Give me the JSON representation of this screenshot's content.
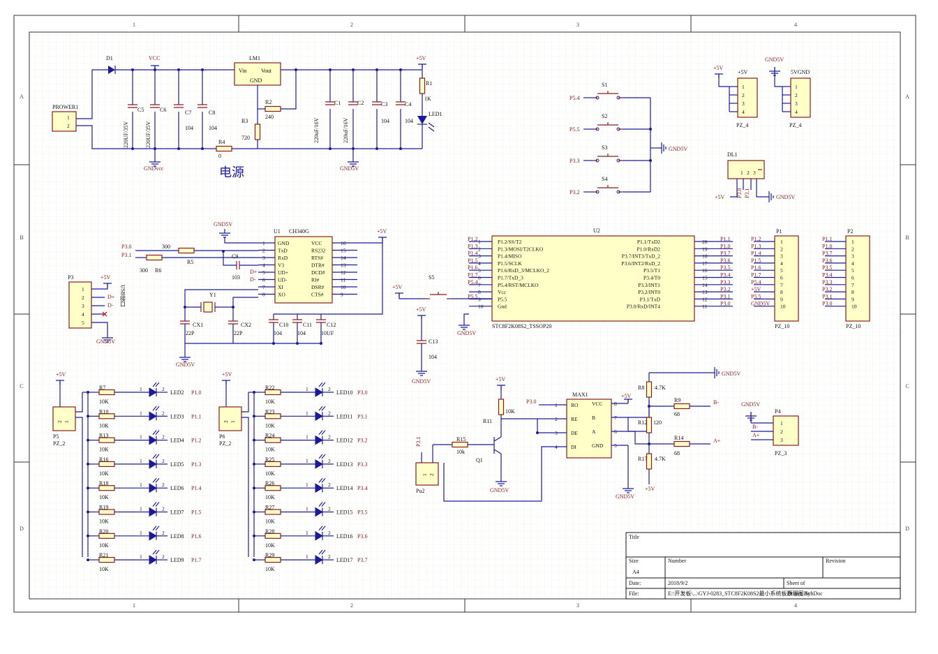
{
  "frame": {
    "zone_cols": [
      "1",
      "2",
      "3",
      "4"
    ],
    "zone_rows": [
      "A",
      "B",
      "C",
      "D"
    ]
  },
  "power": {
    "section_title": "电源",
    "connector": {
      "ref": "PROWER1",
      "pins": [
        "1",
        "2"
      ]
    },
    "D1": "D1",
    "VCC": "VCC",
    "LM1": "LM1",
    "vin": "Vin",
    "vout": "Vout",
    "gnd": "GND",
    "C5": "C5",
    "C5v": "220UF/35V",
    "C6": "C6",
    "C6v": "220UF/35V",
    "C7": "C7",
    "C7v": "104",
    "C8": "C8",
    "C8v": "104",
    "R2": "R2",
    "R2v": "240",
    "R3": "R3",
    "R3v": "720",
    "R4": "R4",
    "R4v": "0",
    "C1": "C1",
    "C1v": "220uF/16V",
    "C2": "C2",
    "C2v": "220uF/16V",
    "C3": "C3",
    "C3v": "104",
    "C4": "C4",
    "C4v": "104",
    "R1": "R1",
    "R1v": "1K",
    "LED1": "LED1",
    "p5v": "+5V",
    "gndvcc": "GNDvcc",
    "gnd5v": "GND5V"
  },
  "switches": {
    "items": [
      {
        "ref": "S1",
        "net": "P5.4"
      },
      {
        "ref": "S2",
        "net": "P5.5"
      },
      {
        "ref": "S3",
        "net": "P3.3"
      },
      {
        "ref": "S4",
        "net": "P3.2"
      }
    ],
    "gnd": "GND5V"
  },
  "pz4a": {
    "label": "+5V",
    "ref": "PZ_4",
    "pins": [
      "1",
      "2",
      "3",
      "4"
    ],
    "top": "+5V"
  },
  "pz4b": {
    "label": "5VGND",
    "ref": "PZ_4",
    "pins": [
      "1",
      "2",
      "3",
      "4"
    ],
    "top": "GND5V"
  },
  "dl1": {
    "ref": "DL1",
    "pins": [
      "1",
      "2",
      "3"
    ],
    "left": "+5V",
    "right": "GND5V",
    "nets": [
      "P3.0",
      "P3.1"
    ]
  },
  "ch340": {
    "ref": "U1",
    "part": "CH340G",
    "left": [
      {
        "n": "1",
        "name": "GND"
      },
      {
        "n": "2",
        "name": "TxD"
      },
      {
        "n": "3",
        "name": "RxD"
      },
      {
        "n": "4",
        "name": "V3"
      },
      {
        "n": "5",
        "name": "UD+"
      },
      {
        "n": "6",
        "name": "UD-"
      },
      {
        "n": "7",
        "name": "XI"
      },
      {
        "n": "8",
        "name": "XO"
      }
    ],
    "right": [
      {
        "n": "16",
        "name": "VCC"
      },
      {
        "n": "15",
        "name": "RS232"
      },
      {
        "n": "14",
        "name": "RTS#"
      },
      {
        "n": "13",
        "name": "DTR#"
      },
      {
        "n": "12",
        "name": "DCD#"
      },
      {
        "n": "11",
        "name": "RI#"
      },
      {
        "n": "10",
        "name": "DSR#"
      },
      {
        "n": "9",
        "name": "CTS#"
      }
    ],
    "gnd": "GND5V",
    "vcc": "+5V",
    "r300a": "300",
    "r5": "R5",
    "r300b": "300",
    "r6": "R6",
    "p30": "P3.0",
    "p31": "P3.1",
    "c9": "C9",
    "c9v": "103",
    "dp": "D+",
    "dm": "D-",
    "y1": "Y1",
    "cx1": "CX1",
    "cx2": "CX2",
    "cx1v": "22P",
    "cx2v": "22P",
    "c10": "C10",
    "c11": "C11",
    "c12": "C12",
    "c10v": "104",
    "c11v": "104",
    "c12v": "10UF",
    "gnd_bottom": "GND5V"
  },
  "p3": {
    "ref": "P3",
    "pins": [
      "1",
      "2",
      "3",
      "4",
      "5"
    ],
    "top": "+5V",
    "bottom": "GND5V",
    "d": [
      "D+",
      "D-"
    ],
    "vertical": "USB接口"
  },
  "mcu": {
    "ref": "U2",
    "part": "STC8F2K08S2_TSSOP20",
    "left": [
      {
        "n": "1",
        "name": "P1.2/SS/T2",
        "net": "P1.2"
      },
      {
        "n": "2",
        "name": "P1.3/MOSI/T2CLKO",
        "net": "P1.3"
      },
      {
        "n": "3",
        "name": "P1.4/MISO",
        "net": "P1.4"
      },
      {
        "n": "4",
        "name": "P1.5/SCLK",
        "net": "P1.5"
      },
      {
        "n": "5",
        "name": "P1.6/RxD_3/MCLKO_2",
        "net": "P1.6"
      },
      {
        "n": "6",
        "name": "P1.7/TxD_3",
        "net": "P1.7"
      },
      {
        "n": "7",
        "name": "P5.4/RST/MCLKO",
        "net": "P5.4"
      },
      {
        "n": "8",
        "name": "Vcc",
        "net": ""
      },
      {
        "n": "9",
        "name": "P5.5",
        "net": "P5.5"
      },
      {
        "n": "10",
        "name": "Gnd",
        "net": ""
      }
    ],
    "right": [
      {
        "n": "20",
        "name": "P1.1/TxD2",
        "net": "P1.1"
      },
      {
        "n": "19",
        "name": "P1.0/RxD2",
        "net": "P1.0"
      },
      {
        "n": "18",
        "name": "P3.7/INT3/TxD_2",
        "net": "P3.7"
      },
      {
        "n": "17",
        "name": "P3.6/INT2/RxD_2",
        "net": "P3.6"
      },
      {
        "n": "16",
        "name": "P3.5/T1",
        "net": "P3.5"
      },
      {
        "n": "15",
        "name": "P3.4/T0",
        "net": "P3.4"
      },
      {
        "n": "14",
        "name": "P3.3/INT1",
        "net": "P3.3"
      },
      {
        "n": "13",
        "name": "P3.2/INT0",
        "net": "P3.2"
      },
      {
        "n": "12",
        "name": "P3.1/TxD",
        "net": "P3.1"
      },
      {
        "n": "11",
        "name": "P3.0/RxD/INT4",
        "net": "P3.0"
      }
    ],
    "s5": "S5",
    "p5v": "+5V",
    "gnd": "GND5V",
    "c13": "C13",
    "c13v": "104",
    "p5v_c13": "+5V",
    "gnd_c13": "GND5V"
  },
  "p1": {
    "ref": "P1",
    "foot": "PZ_10",
    "nets": [
      "P1.2",
      "P1.3",
      "P1.4",
      "P1.5",
      "P1.6",
      "P1.7",
      "P5.4",
      "+5V",
      "P5.5",
      "GND5V"
    ],
    "pins": [
      "1",
      "2",
      "3",
      "4",
      "5",
      "6",
      "7",
      "8",
      "9",
      "10"
    ]
  },
  "p2": {
    "ref": "P2",
    "foot": "PZ_10",
    "nets": [
      "P1.1",
      "P1.0",
      "P3.7",
      "P3.6",
      "P3.5",
      "P3.4",
      "P3.3",
      "P3.2",
      "P3.1",
      "P3.0"
    ],
    "pins": [
      "1",
      "2",
      "3",
      "4",
      "5",
      "6",
      "7",
      "8",
      "9",
      "10"
    ]
  },
  "leds_left": {
    "conn": {
      "ref": "P5",
      "foot": "PZ_2",
      "top": "+5V",
      "pins": [
        "2",
        "1"
      ]
    },
    "rows": [
      {
        "r": "R7",
        "rv": "10K",
        "led": "LED2",
        "net": "P1.0"
      },
      {
        "r": "R10",
        "rv": "10K",
        "led": "LED3",
        "net": "P1.1"
      },
      {
        "r": "R13",
        "rv": "10K",
        "led": "LED4",
        "net": "P1.2"
      },
      {
        "r": "R16",
        "rv": "10K",
        "led": "LED5",
        "net": "P1.3"
      },
      {
        "r": "R18",
        "rv": "10K",
        "led": "LED6",
        "net": "P1.4"
      },
      {
        "r": "R19",
        "rv": "10K",
        "led": "LED7",
        "net": "P1.5"
      },
      {
        "r": "R20",
        "rv": "10K",
        "led": "LED8",
        "net": "P1.6"
      },
      {
        "r": "R21",
        "rv": "10K",
        "led": "LED9",
        "net": "P1.7"
      }
    ]
  },
  "leds_right": {
    "conn": {
      "ref": "P6",
      "foot": "PZ_2",
      "top": "+5V",
      "pins": [
        "2",
        "1"
      ]
    },
    "rows": [
      {
        "r": "R22",
        "rv": "10K",
        "led": "LED10",
        "net": "P3.0"
      },
      {
        "r": "R23",
        "rv": "10K",
        "led": "LED11",
        "net": "P3.1"
      },
      {
        "r": "R24",
        "rv": "10K",
        "led": "LED12",
        "net": "P3.2"
      },
      {
        "r": "R25",
        "rv": "10K",
        "led": "LED13",
        "net": "P3.3"
      },
      {
        "r": "R26",
        "rv": "10K",
        "led": "LED14",
        "net": "P3.4"
      },
      {
        "r": "R27",
        "rv": "10K",
        "led": "LED15",
        "net": "P3.5"
      },
      {
        "r": "R28",
        "rv": "10K",
        "led": "LED16",
        "net": "P3.6"
      },
      {
        "r": "R29",
        "rv": "10K",
        "led": "LED17",
        "net": "P3.7"
      }
    ]
  },
  "rs485": {
    "ref": "MAX1",
    "pins_left": [
      {
        "n": "1",
        "name": "RO"
      },
      {
        "n": "2",
        "name": "RE"
      },
      {
        "n": "3",
        "name": "DE"
      },
      {
        "n": "4",
        "name": "DI"
      }
    ],
    "pins_right": [
      {
        "n": "8",
        "name": "VCC"
      },
      {
        "n": "7",
        "name": "B"
      },
      {
        "n": "6",
        "name": "A"
      },
      {
        "n": "5",
        "name": "GND"
      }
    ],
    "p30": "P3.0",
    "p31": "P3.1",
    "r11": "R11",
    "r11v": "10K",
    "r15": "R15",
    "r15v": "10k",
    "q1": "Q1",
    "p5v_r11": "+5V",
    "p5v_vcc": "+5V",
    "gnd_q": "GND5V",
    "gnd_max": "GND5V",
    "r8": "R8",
    "r8v": "4.7K",
    "r12": "R12",
    "r12v": "120",
    "r17": "R17",
    "r17v": "4.7K",
    "r9": "R9",
    "r9v": "68",
    "r14": "R14",
    "r14v": "68",
    "bm": "B-",
    "ap": "A+",
    "gnd_r8": "GND5V",
    "p5v_r17": "+5V",
    "pu2": "Pu2",
    "pu2pins": [
      "1",
      "2"
    ]
  },
  "p4": {
    "ref": "P4",
    "foot": "PZ_3",
    "pins": [
      "1",
      "2",
      "3"
    ],
    "nets": [
      "B-",
      "A+"
    ],
    "gnd": "GND5V"
  },
  "titleblock": {
    "title_label": "Title",
    "size_label": "Size",
    "size": "A4",
    "number_label": "Number",
    "revision_label": "Revision",
    "date_label": "Date:",
    "date": "2018/9/2",
    "sheet": "Sheet of",
    "file_label": "File:",
    "file": "E:\\开发板\\...\\GYJ-0283_STC8F2K08S2最小系统板原理图.SchDoc",
    "drawn": "Drawn By:"
  }
}
